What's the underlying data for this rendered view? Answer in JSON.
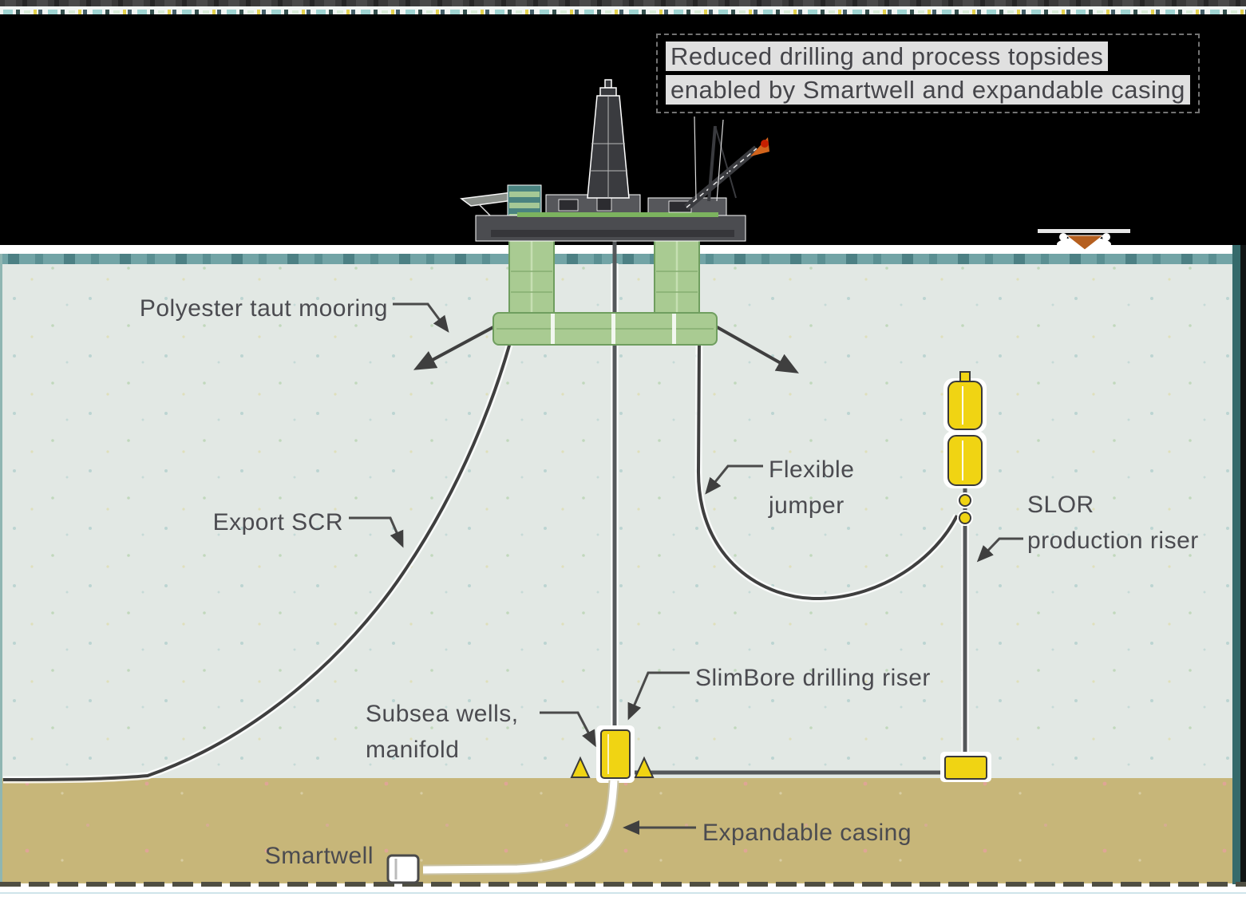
{
  "caption": {
    "line1": "Reduced drilling and process topsides",
    "line2": "enabled by Smartwell and expandable casing"
  },
  "labels": {
    "polyester_mooring": "Polyester taut mooring",
    "export_scr": "Export SCR",
    "flexible_jumper": [
      "Flexible",
      "jumper"
    ],
    "slor_riser": [
      "SLOR",
      "production riser"
    ],
    "slimbore_riser": "SlimBore drilling riser",
    "subsea_wells": [
      "Subsea wells,",
      "manifold"
    ],
    "expandable_casing": "Expandable casing",
    "smartwell": "Smartwell"
  },
  "colors": {
    "sky": "#000000",
    "water": "#e2e8e4",
    "seabed": "#c7b679",
    "waterline_white": "#ffffff",
    "waterline_teal": "#72a4a6",
    "platform_green": "#a9cb92",
    "quarters_teal": "#4a8380",
    "equipment_yellow": "#f0d413",
    "flame_orange": "#d2641c",
    "flame_red": "#c61f00",
    "buoy_orange": "#b55f1f",
    "casing_white": "#ffffff",
    "line_dark": "#3f3f3f",
    "label_text": "#4b4b50",
    "caption_text": "#45454a"
  }
}
